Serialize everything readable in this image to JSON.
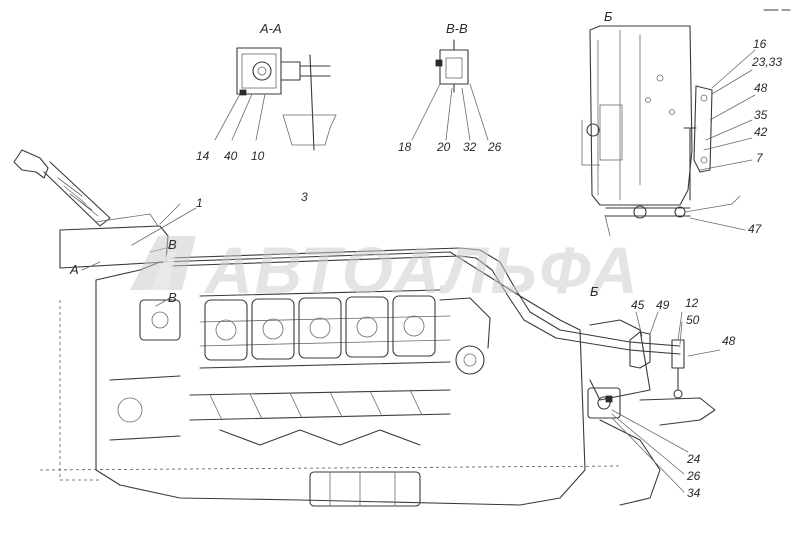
{
  "watermark": {
    "text": "АВТОАЛЬФА"
  },
  "section_titles": {
    "aa": "А-А",
    "vv": "В-В",
    "b": "Б"
  },
  "callouts_aa": [
    "14",
    "40",
    "10"
  ],
  "callouts_vv": [
    "18",
    "20",
    "32",
    "26"
  ],
  "callouts_b": [
    "16",
    "23,33",
    "48",
    "35",
    "42",
    "7",
    "47"
  ],
  "callouts_main": [
    "1",
    "3",
    "45",
    "49",
    "12",
    "50",
    "48",
    "24",
    "26",
    "34"
  ],
  "view_marks": {
    "a": "А",
    "v1": "В",
    "v2": "В",
    "b": "Б"
  }
}
